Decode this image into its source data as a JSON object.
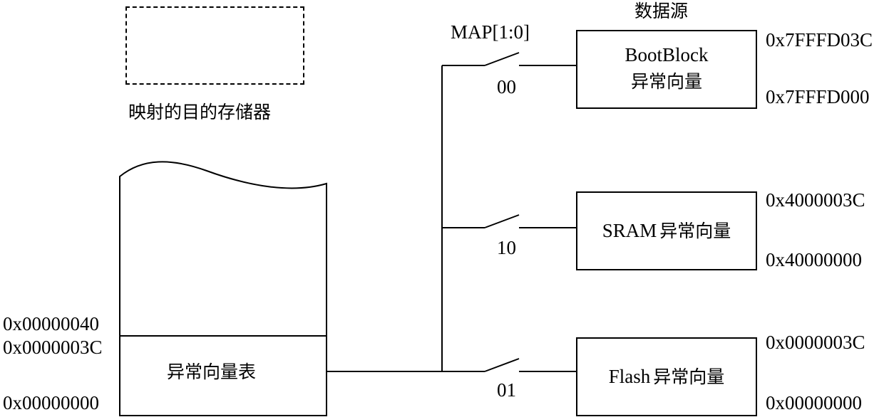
{
  "legend": {
    "label": "映射的目的存储器"
  },
  "switches": {
    "title": "MAP[1:0]",
    "s0": "00",
    "s1": "10",
    "s2": "01"
  },
  "sources": {
    "title": "数据源",
    "bootblock": {
      "line1": "BootBlock",
      "line2": "异常向量",
      "top": "0x7FFFD03C",
      "bottom": "0x7FFFD000"
    },
    "sram": {
      "en": "SRAM",
      "cn": "异常向量",
      "top": "0x4000003C",
      "bottom": "0x40000000"
    },
    "flash": {
      "en": "Flash",
      "cn": "异常向量",
      "top": "0x0000003C",
      "bottom": "0x00000000"
    }
  },
  "target": {
    "table_label": "异常向量表",
    "addr_top": "0x00000040",
    "addr_mid": "0x0000003C",
    "addr_bottom": "0x00000000"
  }
}
